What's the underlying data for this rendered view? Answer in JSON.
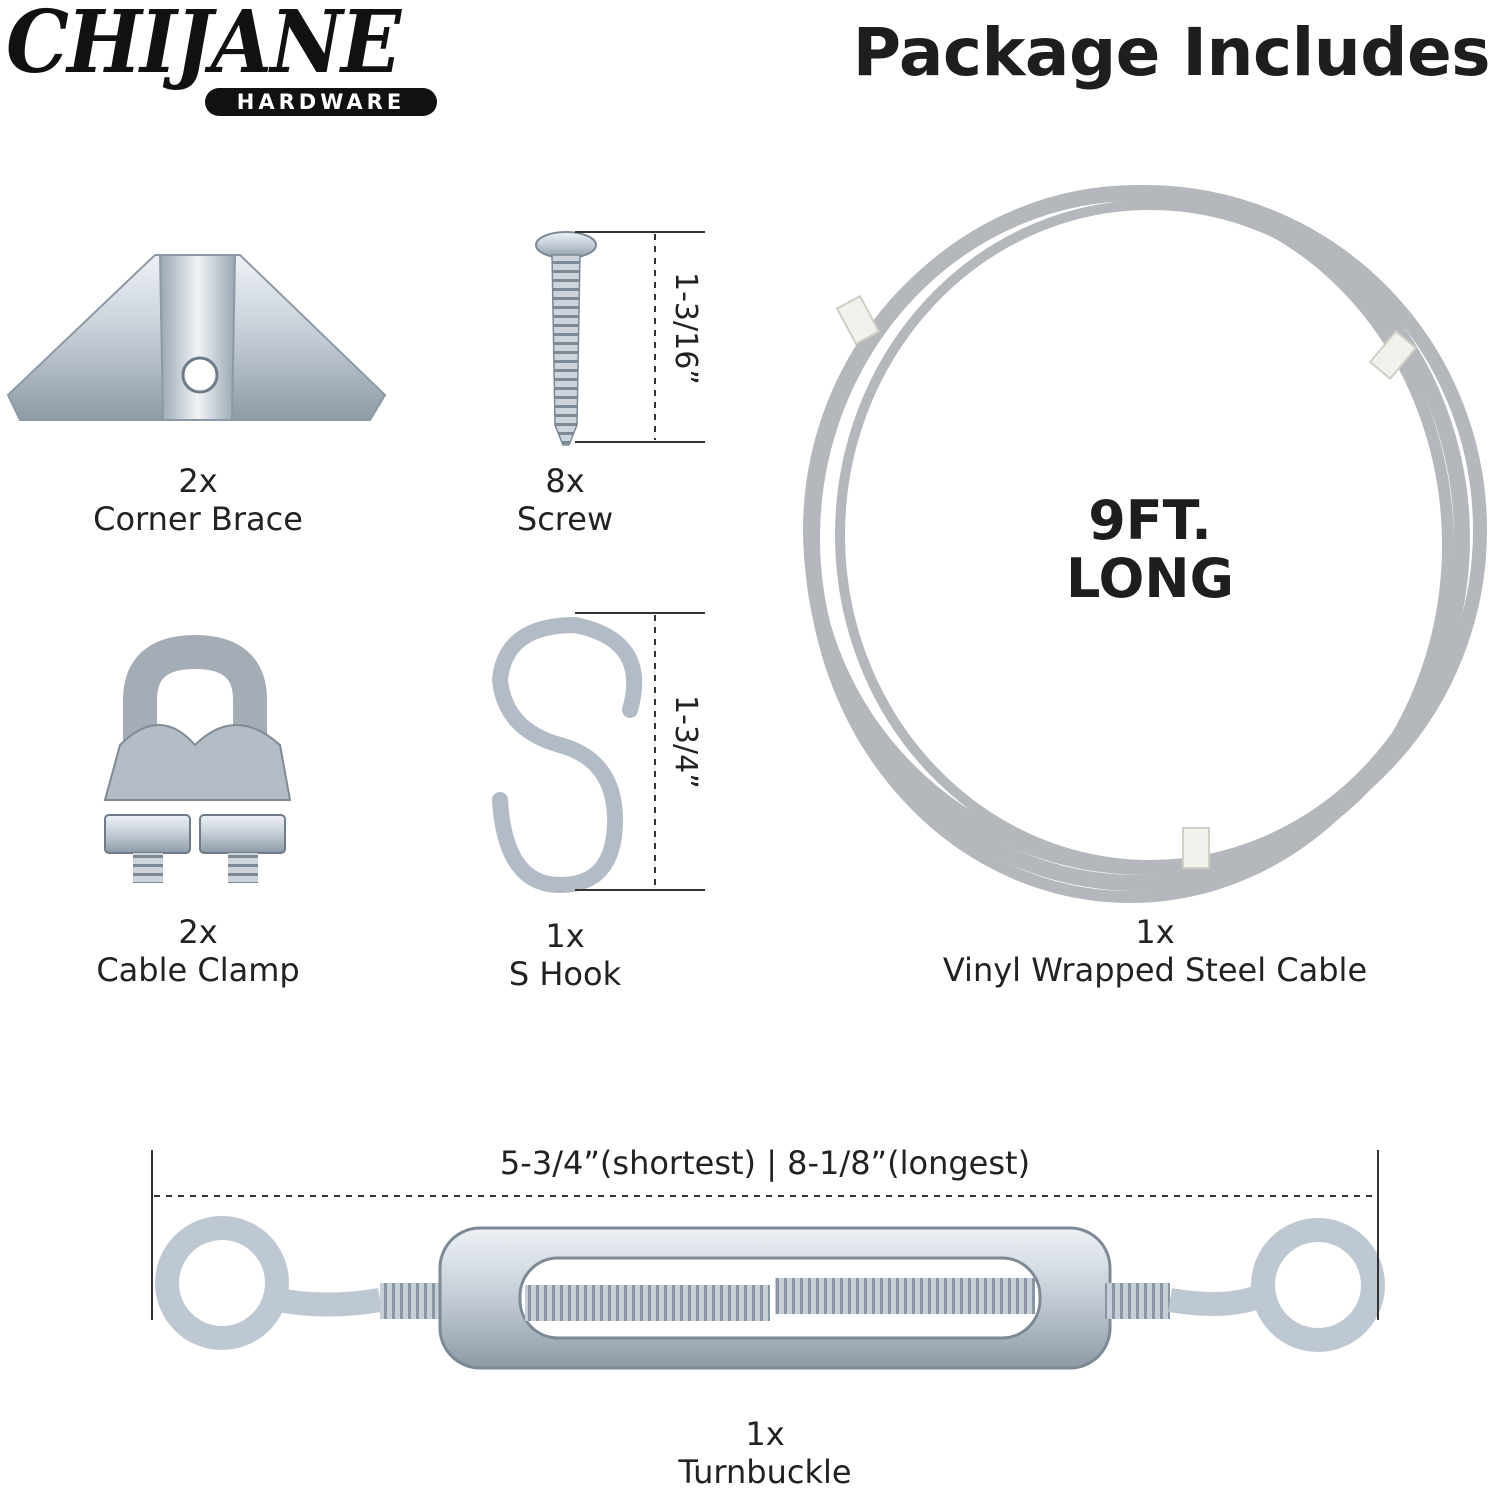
{
  "brand": {
    "name": "CHIJANE",
    "sub": "HARDWARE"
  },
  "heading": "Package Includes",
  "items": [
    {
      "qty": "2x",
      "name": "Corner Brace",
      "icon": "corner-brace-icon"
    },
    {
      "qty": "8x",
      "name": "Screw",
      "icon": "screw-icon",
      "dimension": "1-3/16”"
    },
    {
      "qty": "2x",
      "name": "Cable Clamp",
      "icon": "cable-clamp-icon"
    },
    {
      "qty": "1x",
      "name": "S Hook",
      "icon": "s-hook-icon",
      "dimension": "1-3/4”"
    },
    {
      "qty": "1x",
      "name": "Vinyl Wrapped Steel Cable",
      "icon": "steel-cable-icon",
      "overlay": [
        "9FT.",
        "LONG"
      ]
    },
    {
      "qty": "1x",
      "name": "Turnbuckle",
      "icon": "turnbuckle-icon",
      "dimension": "5-3/4”(shortest) | 8-1/8”(longest)"
    }
  ],
  "colors": {
    "metal": "#c9d3de",
    "metal_dark": "#7f8c99",
    "cable": "#b7b9bc",
    "text": "#1e1e1e"
  }
}
